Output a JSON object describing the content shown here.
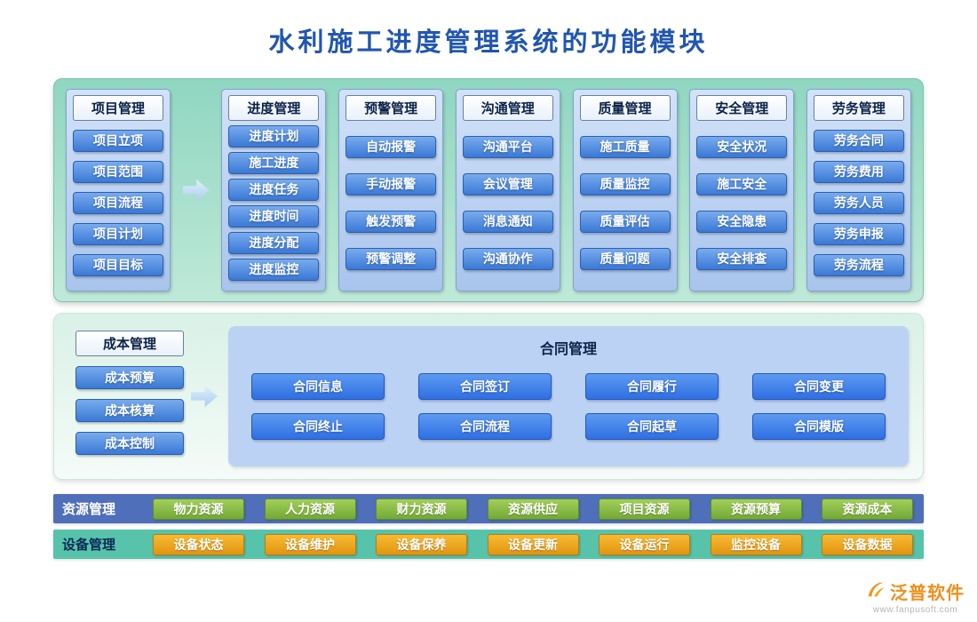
{
  "title": "水利施工进度管理系统的功能模块",
  "columns": [
    {
      "header": "项目管理",
      "items": [
        "项目立项",
        "项目范围",
        "项目流程",
        "项目计划",
        "项目目标"
      ]
    },
    {
      "header": "进度管理",
      "items": [
        "进度计划",
        "施工进度",
        "进度任务",
        "进度时间",
        "进度分配",
        "进度监控"
      ]
    },
    {
      "header": "预警管理",
      "items": [
        "自动报警",
        "手动报警",
        "触发预警",
        "预警调整"
      ]
    },
    {
      "header": "沟通管理",
      "items": [
        "沟通平台",
        "会议管理",
        "消息通知",
        "沟通协作"
      ]
    },
    {
      "header": "质量管理",
      "items": [
        "施工质量",
        "质量监控",
        "质量评估",
        "质量问题"
      ]
    },
    {
      "header": "安全管理",
      "items": [
        "安全状况",
        "施工安全",
        "安全隐患",
        "安全排查"
      ]
    },
    {
      "header": "劳务管理",
      "items": [
        "劳务合同",
        "劳务费用",
        "劳务人员",
        "劳务申报",
        "劳务流程"
      ]
    }
  ],
  "cost": {
    "header": "成本管理",
    "items": [
      "成本预算",
      "成本核算",
      "成本控制"
    ]
  },
  "contract": {
    "header": "合同管理",
    "items": [
      "合同信息",
      "合同签订",
      "合同履行",
      "合同变更",
      "合同终止",
      "合同流程",
      "合同起草",
      "合同模版"
    ]
  },
  "resource": {
    "header": "资源管理",
    "items": [
      "物力资源",
      "人力资源",
      "财力资源",
      "资源供应",
      "项目资源",
      "资源预算",
      "资源成本"
    ]
  },
  "equipment": {
    "header": "设备管理",
    "items": [
      "设备状态",
      "设备维护",
      "设备保养",
      "设备更新",
      "设备运行",
      "监控设备",
      "设备数据"
    ]
  },
  "footer": {
    "brand": "泛普软件",
    "url": "www.fanpusoft.com"
  },
  "colors": {
    "title_blue": "#2156b0",
    "panel_green": "#8fd6c0",
    "column_blue": "#a9c4ec",
    "button_blue": "#3b79d6",
    "contract_panel": "#bcd2f4",
    "contract_button": "#2f6fe2",
    "resource_bar": "#4f6fba",
    "equipment_bar": "#57c3ab",
    "green_button": "#74a836",
    "orange_button": "#e39410",
    "brand_orange": "#ef8f1c"
  }
}
